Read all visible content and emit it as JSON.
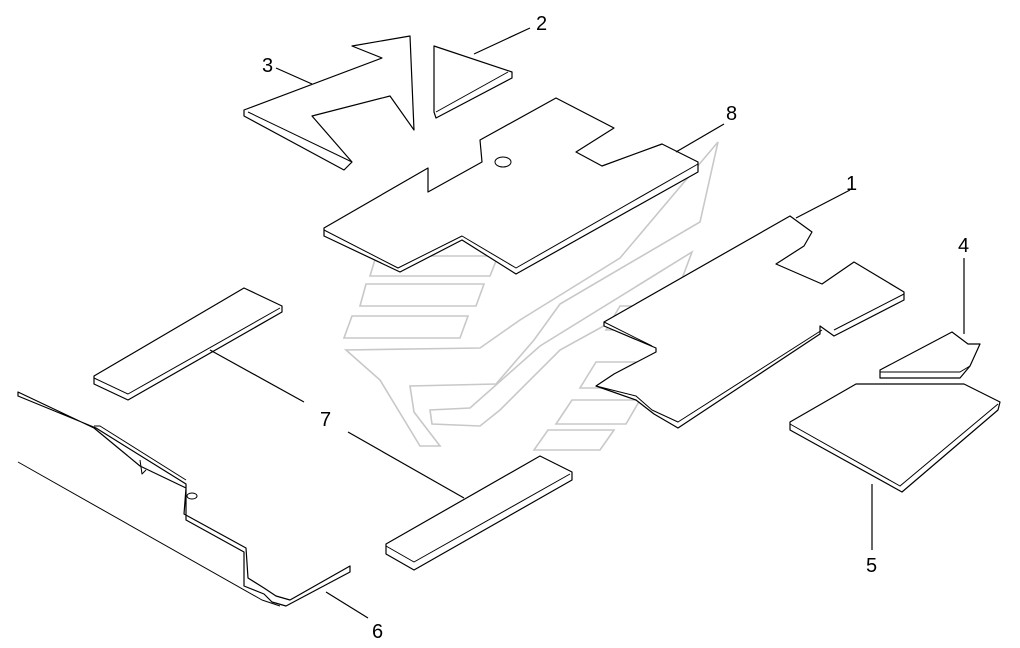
{
  "diagram": {
    "callouts": [
      {
        "id": "c1",
        "label": "1"
      },
      {
        "id": "c2",
        "label": "2"
      },
      {
        "id": "c3",
        "label": "3"
      },
      {
        "id": "c4",
        "label": "4"
      },
      {
        "id": "c5",
        "label": "5"
      },
      {
        "id": "c6",
        "label": "6"
      },
      {
        "id": "c7",
        "label": "7"
      },
      {
        "id": "c8",
        "label": "8"
      }
    ],
    "watermark": {
      "name": "brand-logo-watermark",
      "color": "#c8c8c8"
    },
    "line_color": "#000000"
  }
}
